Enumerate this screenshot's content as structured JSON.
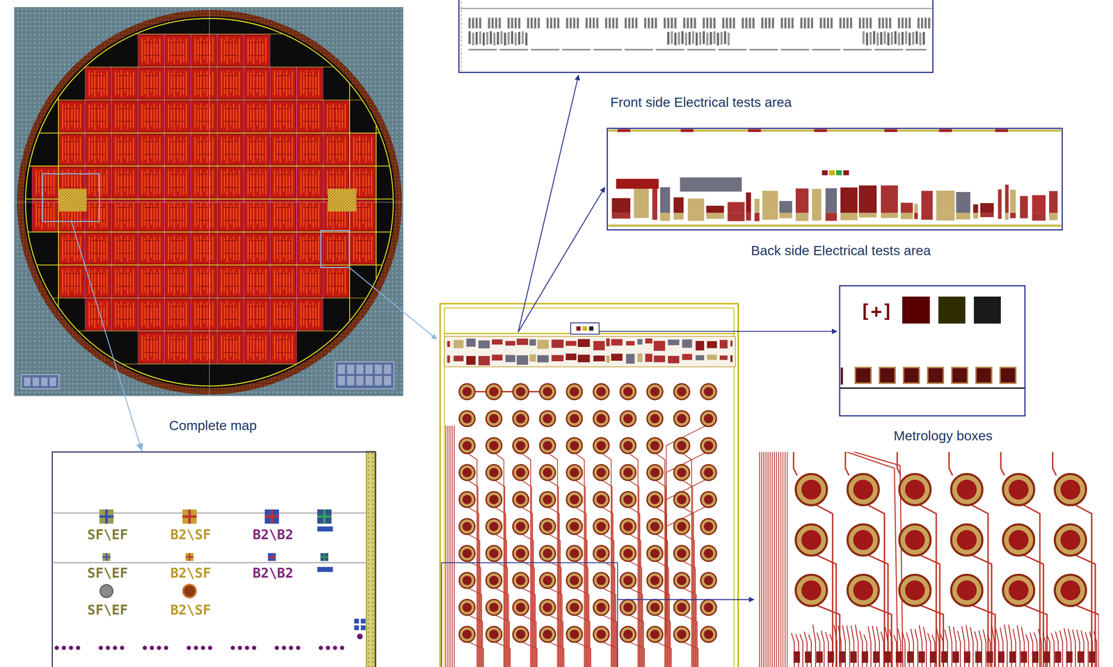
{
  "diagram": {
    "nodes": [
      {
        "text": [
          "Complete map"
        ]
      },
      {
        "text": [
          "SF\\EF",
          "B2\\SF",
          "B2\\B2",
          "SF\\EF",
          "B2\\SF",
          "B2\\B2",
          "SF\\EF",
          "B2\\SF"
        ]
      },
      {
        "text": [
          "Front side Electrical tests area"
        ]
      },
      {
        "text": [
          "Back side Electrical tests area"
        ]
      },
      {
        "text": [
          "[+]",
          "Metrology boxes"
        ]
      }
    ],
    "edges": [
      {
        "from": 0,
        "to": 1,
        "arrow": "to"
      }
    ]
  }
}
